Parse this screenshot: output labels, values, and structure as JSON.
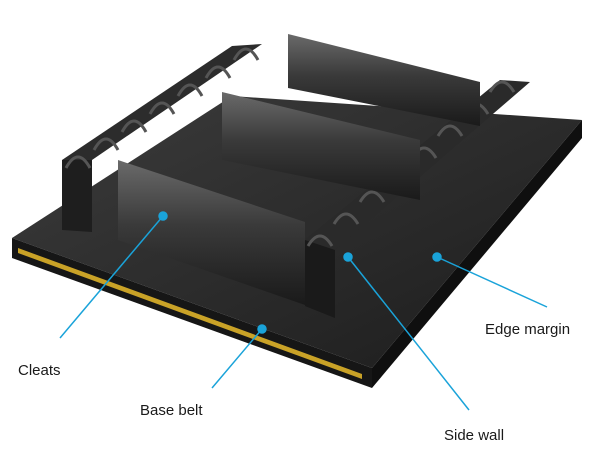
{
  "labels": {
    "cleats": "Cleats",
    "base_belt": "Base belt",
    "side_wall": "Side wall",
    "edge_margin": "Edge margin"
  },
  "colors": {
    "leader_line": "#1aa3d9",
    "rubber_dark": "#1e1e1e",
    "rubber_mid": "#3a3a3a",
    "core_layer": "#c9a227"
  },
  "icons": [
    "conveyor-belt-illustration"
  ]
}
